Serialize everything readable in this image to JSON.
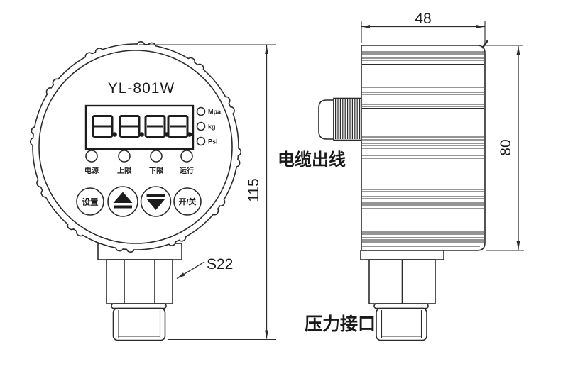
{
  "front_view": {
    "model": "YL-801W",
    "display_value": "8.8.8.8.",
    "unit_leds": [
      {
        "label": "Mpa"
      },
      {
        "label": "kg"
      },
      {
        "label": "Psi"
      }
    ],
    "status_indicators": [
      {
        "label": "电源"
      },
      {
        "label": "上限"
      },
      {
        "label": "下限"
      },
      {
        "label": "运行"
      }
    ],
    "buttons": {
      "set": "设置",
      "up_icon": "up-arrow",
      "down_icon": "down-arrow",
      "power": "开/关"
    },
    "wrench_flat_label": "S22"
  },
  "side_view": {
    "cable_outlet_label": "电缆出线",
    "pressure_port_label": "压力接口"
  },
  "dimensions": {
    "body_width_mm": "48",
    "body_height_mm": "80",
    "overall_height_mm": "115"
  },
  "colors": {
    "line": "#2b2b2b",
    "text": "#1a1a1a",
    "background": "#ffffff"
  }
}
